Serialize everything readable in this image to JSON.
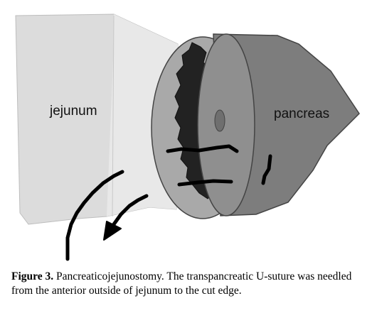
{
  "diagram": {
    "labels": {
      "jejunum": "jejunum",
      "pancreas": "pancreas"
    },
    "colors": {
      "jejunum_light": "#dcdcdc",
      "jejunum_mid": "#e6e6e6",
      "jejunum_cut_face": "#a9a9a9",
      "jejunum_lumen": "#222222",
      "pancreas_face": "#8f8f8f",
      "pancreas_body": "#7d7d7d",
      "pancreatic_duct": "#6f6f6f",
      "suture": "#000000"
    }
  },
  "caption": {
    "label": "Figure 3.",
    "text": " Pancreaticojejunostomy. The transpancreatic U-suture was needled from the anterior outside of jejunum to the cut edge."
  }
}
